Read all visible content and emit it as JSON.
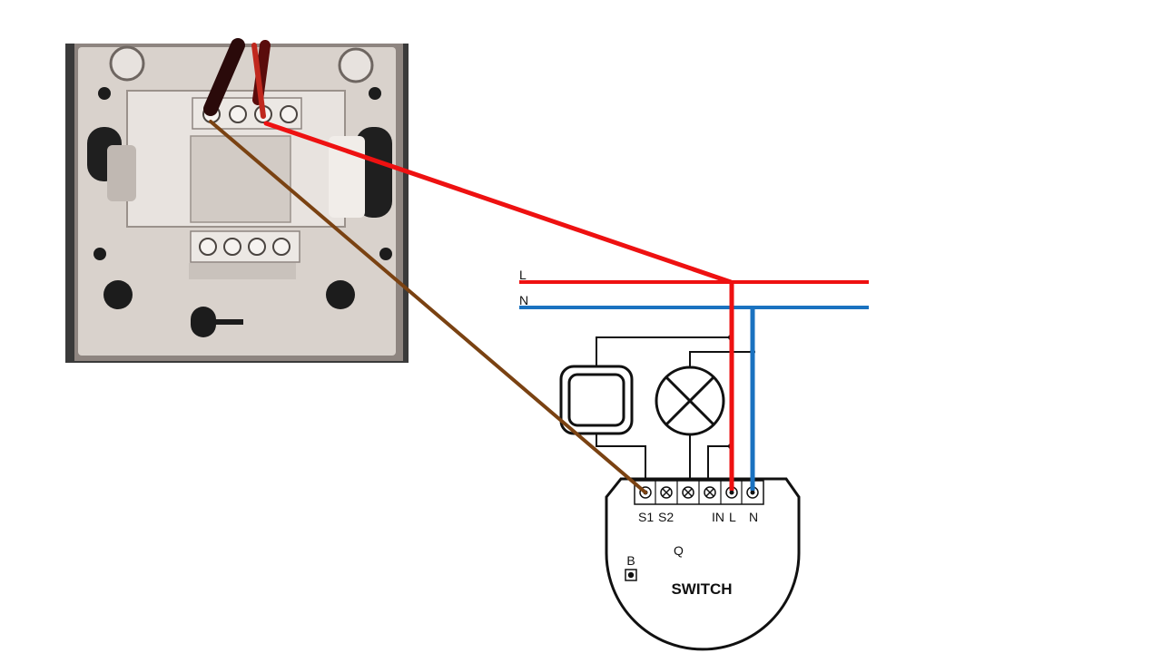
{
  "diagram": {
    "bus_labels": {
      "line": "L",
      "neutral": "N"
    },
    "module": {
      "title": "SWITCH",
      "button_label": "B",
      "relay_label": "Q",
      "terminals": {
        "s1": "S1",
        "s2": "S2",
        "in": "IN",
        "l": "L",
        "n": "N"
      }
    },
    "wire_colors": {
      "line": "#ee1111",
      "neutral": "#1a72c0",
      "switch_wire": "#7a4212",
      "circuit": "#111111"
    },
    "photo": {
      "frame_color": "#3a3a3a",
      "plate_color": "#d9d2cc",
      "shadow_color": "#8e8580"
    }
  }
}
